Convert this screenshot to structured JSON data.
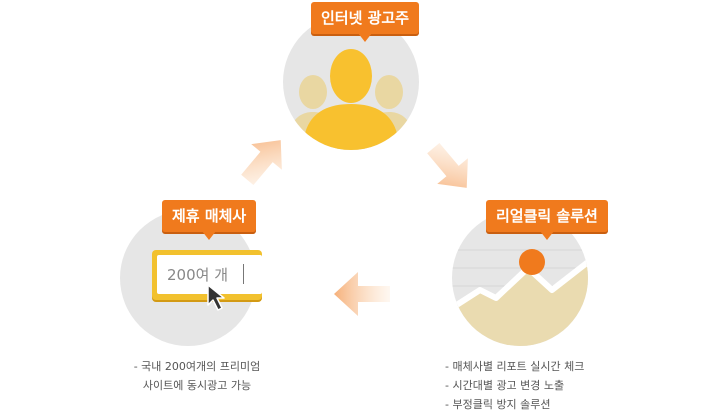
{
  "nodes": {
    "advertiser": {
      "label": "인터넷 광고주"
    },
    "partner": {
      "label": "제휴 매체사",
      "input_value": "200여 개",
      "desc": [
        "- 국내 200여개의 프리미엄",
        "사이트에 동시광고 가능"
      ]
    },
    "solution": {
      "label": "리얼클릭 솔루션",
      "desc": [
        "- 매체사별 리포트 실시간 체크",
        "- 시간대별 광고 변경 노출",
        "- 부정클릭 방지 솔루션"
      ]
    }
  },
  "colors": {
    "accent": "#f07a1d",
    "person_main": "#f8c12f",
    "person_side": "#e9d7a2",
    "circle_bg": "#e6e6e6",
    "chart_area": "#eadbb0",
    "input_border": "#f2c12e"
  },
  "icons": [
    "person-group-icon",
    "cursor-icon",
    "line-chart-icon",
    "flow-arrow-icon"
  ]
}
